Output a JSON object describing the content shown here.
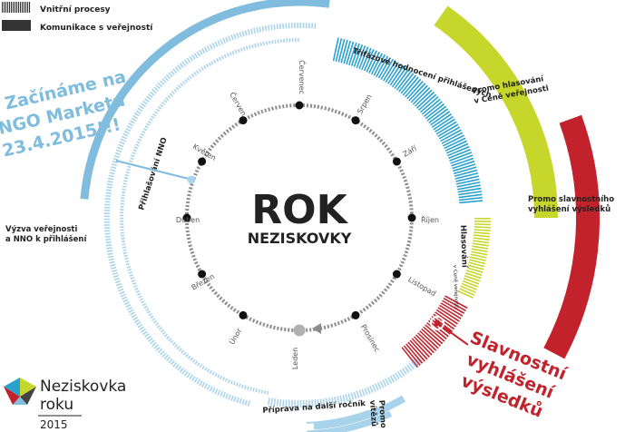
{
  "legend": {
    "internal": "Vnitřní procesy",
    "communication": "Komunikace s veřejností"
  },
  "center": {
    "title": "ROK",
    "subtitle": "NEZISKOVKY"
  },
  "months": {
    "cervenec": "Červenec",
    "srpen": "Srpen",
    "zari": "Září",
    "rijen": "Říjen",
    "listopad": "Listopad",
    "prosinec": "Prosinec",
    "leden": "Leden",
    "unor": "Únor",
    "brezen": "Březen",
    "duben": "Duben",
    "kveten": "Květen",
    "cerven": "Červen"
  },
  "labels": {
    "hodnoceni": "Třífázové hodnocení přihlášených",
    "prihlasovani": "Přihlašování NNO",
    "vyzva_line1": "Výzva veřejnosti",
    "vyzva_line2": "a NNO k přihlášení",
    "promo_hlasovani_line1": "Promo hlasování",
    "promo_hlasovani_line2": "v Ceně veřejnosti",
    "promo_slavnostni_line1": "Promo slavnostního",
    "promo_slavnostni_line2": "vyhlášení výsledků",
    "hlasovani": "Hlasování",
    "hlasovani_small": "v Ceně veřejnosti",
    "priprava": "Příprava na další ročník",
    "promo_vitezu_line1": "Promo",
    "promo_vitezu_line2": "vítězů"
  },
  "callout_start": {
    "line1": "Začínáme na",
    "line2": "NGO Marketu",
    "line3": "23.4.2015!!!"
  },
  "callout_ceremony": {
    "line1": "Slavnostní",
    "line2": "vyhlášení",
    "line3": "výsledků"
  },
  "brand": {
    "name_line1": "Neziskovka",
    "name_line2": "roku",
    "year": "2015"
  },
  "colors": {
    "blue_light": "#a9d3ea",
    "blue_mid": "#7fbcdd",
    "blue_dark": "#2aa0cf",
    "yellow_green": "#c6d62a",
    "red": "#c1222b",
    "gray": "#8c8c8c",
    "dark": "#222222"
  }
}
